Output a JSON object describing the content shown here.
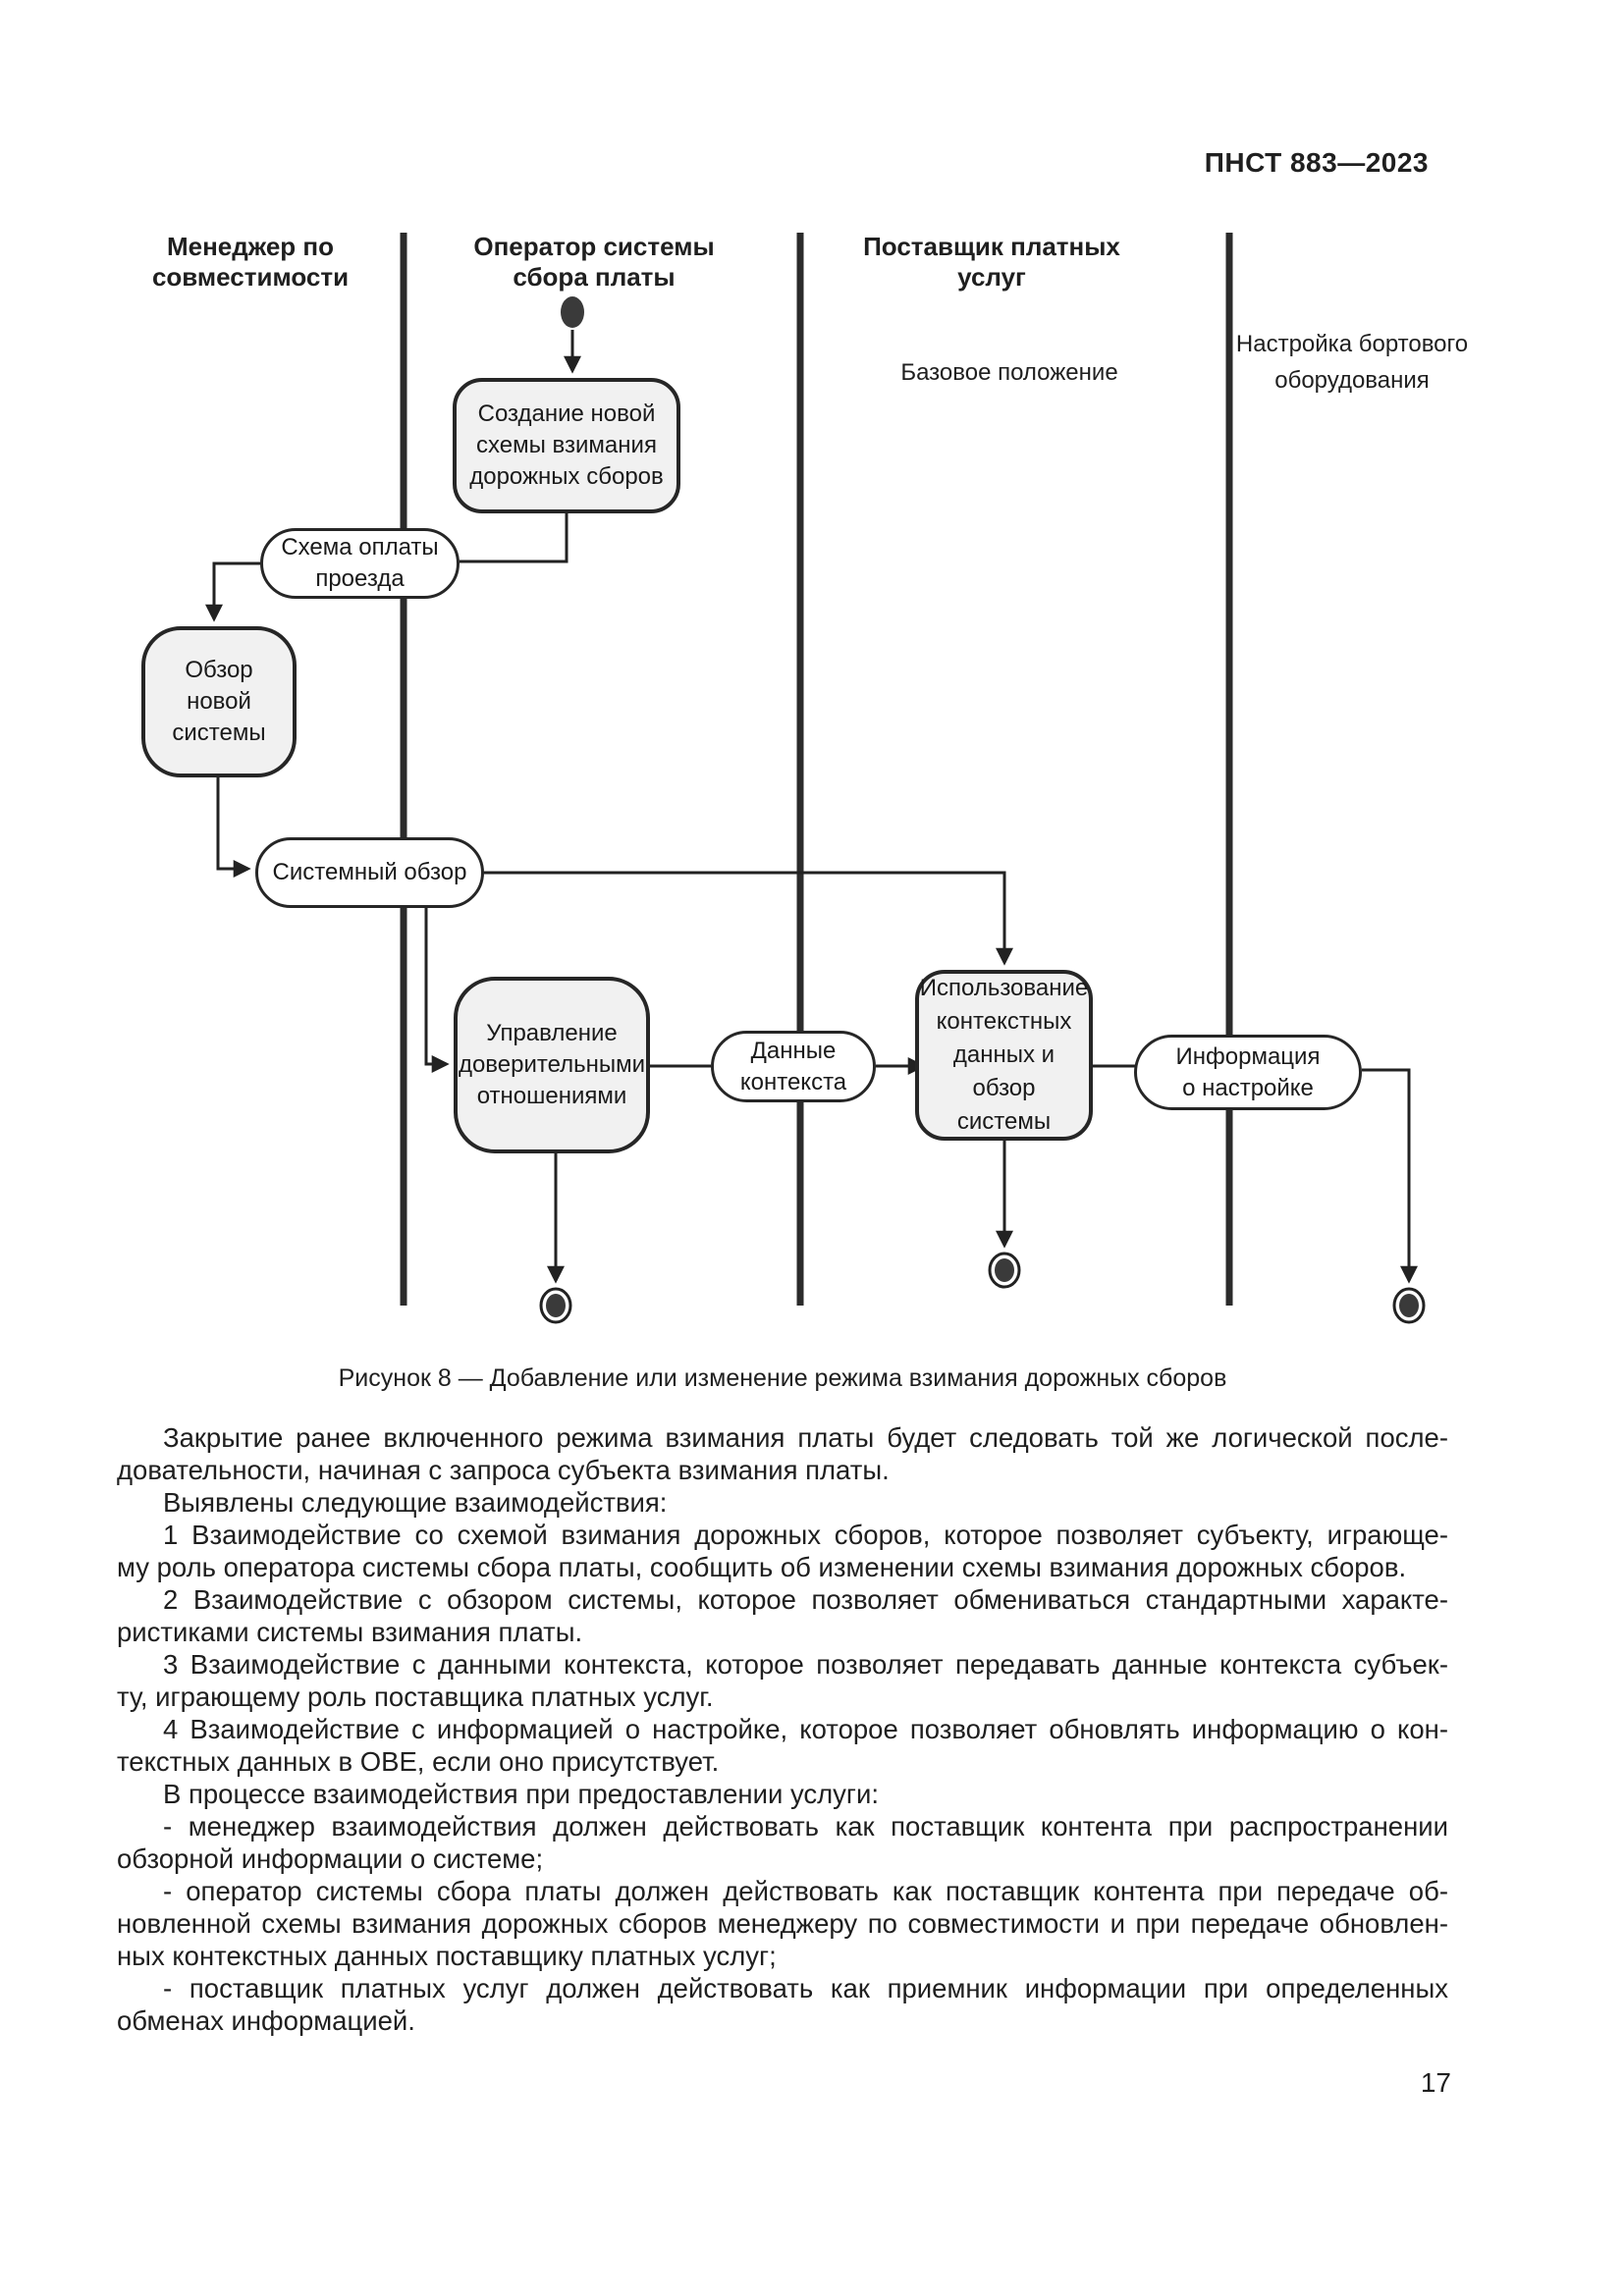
{
  "page": {
    "doc_code": "ПНСТ 883—2023",
    "page_number": "17"
  },
  "colors": {
    "ink": "#1f1f1f",
    "node_fill": "#f1f1f1",
    "node_border": "#262626",
    "lane_line": "#2b2b2b",
    "terminal_fill": "#3a3a3a"
  },
  "diagram": {
    "lane_headers": [
      {
        "lines": [
          "Менеджер",
          "по совместимости"
        ]
      },
      {
        "lines": [
          "Оператор системы",
          "сбора платы"
        ]
      },
      {
        "lines": [
          "Поставщик платных",
          "услуг"
        ]
      }
    ],
    "annotations": {
      "base_position": "Базовое положение",
      "obe_setup": {
        "lines": [
          "Настройка",
          "бортового",
          "оборудования"
        ]
      }
    },
    "nodes": {
      "create_scheme": {
        "lines": [
          "Создание новой",
          "схемы взимания",
          "дорожных сборов"
        ]
      },
      "payment_scheme": {
        "lines": [
          "Схема оплаты",
          "проезда"
        ]
      },
      "new_system_review": {
        "lines": [
          "Обзор",
          "новой",
          "системы"
        ]
      },
      "system_review": {
        "lines": [
          "Системный обзор"
        ]
      },
      "trust_relations": {
        "lines": [
          "Управление",
          "доверительными",
          "отношениями"
        ]
      },
      "context_data": {
        "lines": [
          "Данные",
          "контекста"
        ]
      },
      "context_usage": {
        "lines": [
          "Использование",
          "контекстных",
          "данных и обзор",
          "системы"
        ]
      },
      "setup_info": {
        "lines": [
          "Информация",
          "о настройке"
        ]
      }
    }
  },
  "figure": {
    "caption": "Рисунок 8 — Добавление или изменение режима взимания дорожных сборов"
  },
  "body": {
    "lines": [
      "Закрытие ранее включенного режима взимания платы будет следовать той же логической после-",
      "довательности, начиная с запроса субъекта взимания платы.",
      "Выявлены следующие взаимодействия:",
      "1 Взаимодействие со схемой взимания дорожных сборов, которое позволяет субъекту, играюще-",
      "му роль оператора системы сбора платы, сообщить об изменении схемы взимания дорожных сборов.",
      "2 Взаимодействие с обзором системы, которое позволяет обмениваться стандартными характе-",
      "ристиками системы взимания платы.",
      "3 Взаимодействие с данными контекста, которое позволяет передавать данные контекста субъек-",
      "ту, играющему роль поставщика платных услуг.",
      "4 Взаимодействие с информацией о настройке, которое позволяет обновлять информацию о кон-",
      "текстных данных в OBE, если оно присутствует.",
      "В процессе взаимодействия при предоставлении услуги:",
      "- менеджер взаимодействия должен действовать как поставщик контента при распространении",
      "обзорной информации о системе;",
      "- оператор системы сбора платы должен действовать как поставщик контента при передаче об-",
      "новленной схемы взимания дорожных сборов менеджеру по совместимости и при передаче обновлен-",
      "ных контекстных данных поставщику платных услуг;",
      "- поставщик платных услуг должен действовать как приемник информации при определенных",
      "обменах информацией."
    ]
  }
}
